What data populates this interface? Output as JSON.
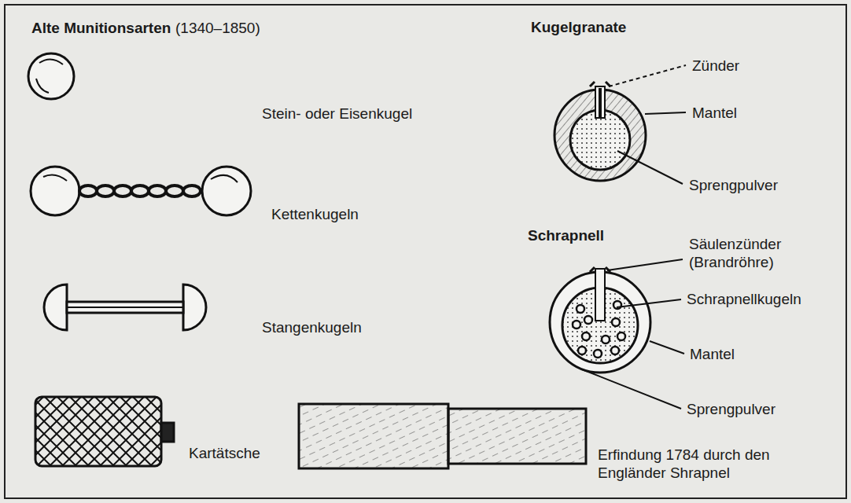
{
  "diagram": {
    "title": "Alte Munitionsarten",
    "labels": [
      "(1340–1850)",
      "Stein- oder Eisenkugel",
      "Kettenkugeln",
      "Stangenkugeln",
      "Kartätsche",
      "Erfindung 1784 durch den Engländer Shrapnel",
      "Kugelgranate",
      "Zünder",
      "Mantel",
      "Sprengpulver",
      "Schrapnell",
      "Säulenzünder (Brandröhre)",
      "Schrapnellkugeln",
      "Mantel",
      "Sprengpulver"
    ]
  }
}
